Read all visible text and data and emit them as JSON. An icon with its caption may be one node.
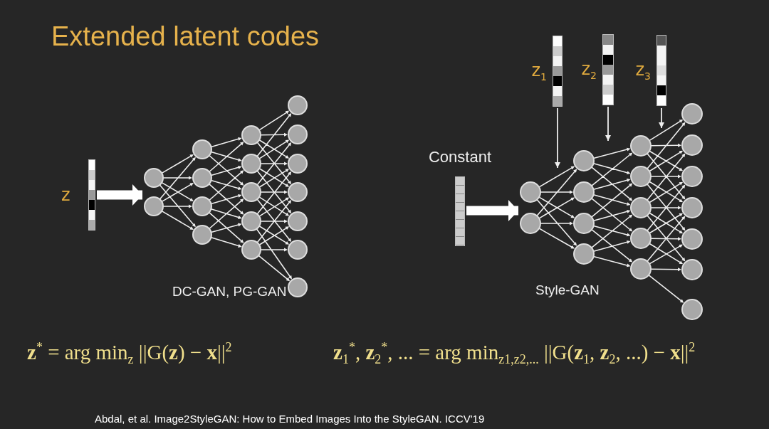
{
  "diagram": {
    "title": "Extended latent codes",
    "nodes": [
      {
        "text": [
          "z"
        ]
      },
      {
        "text": [
          "DC-GAN, PG-GAN"
        ]
      },
      {
        "text": [
          "Constant"
        ]
      },
      {
        "text": [
          "z$_{1}$"
        ]
      },
      {
        "text": [
          "z$_{2}$"
        ]
      },
      {
        "text": [
          "z$_{3}$"
        ]
      },
      {
        "text": [
          "Style-GAN"
        ]
      }
    ],
    "edges": [
      {
        "from": 0,
        "to": 1,
        "arrow": "to",
        "style": "thick"
      },
      {
        "from": 2,
        "to": 6,
        "arrow": "to",
        "style": "thick"
      },
      {
        "from": 3,
        "to": 6,
        "arrow": "to"
      },
      {
        "from": 4,
        "to": 6,
        "arrow": "to"
      },
      {
        "from": 5,
        "to": 6,
        "arrow": "to"
      }
    ],
    "labels": [
      "**z**$^{*}$ = arg min$_{z}$ ||G(**z**) − **x**||$^{2}$",
      "**z**$_{1}$$^{*}$, **z**$_{2}$$^{*}$, ... = arg min$_{z1,z2,...}$ ||G(**z**$_{1}$, **z**$_{2}$, ...) − **x**||$^{2}$",
      "Abdal, et al. Image2StyleGAN: How to Embed Images Into the StyleGAN. ICCV'19"
    ]
  }
}
